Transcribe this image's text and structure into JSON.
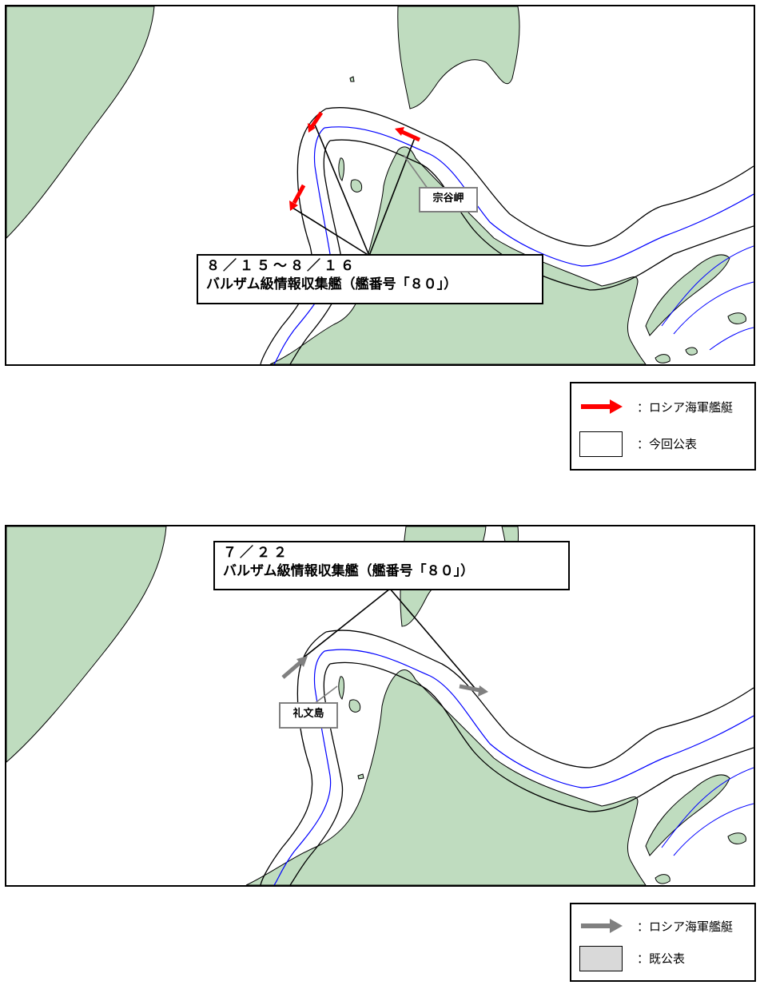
{
  "colors": {
    "land": "#bfdcbf",
    "sea": "#ffffff",
    "coast_outline": "#000000",
    "boundary_line": "#0000ff",
    "arrow_new": "#ff0000",
    "arrow_old": "#808080",
    "already_published_fill": "#d9d9d9",
    "this_time_fill": "#ffffff"
  },
  "maps": [
    {
      "callout": {
        "date": "８／１５～８／１６",
        "vessel": "バルザム級情報収集艦（艦番号「８０」）"
      },
      "place_label": "宗谷岬",
      "arrow_icon": "red-arrow-icon",
      "legend": {
        "arrow_label": "：ロシア海軍艦艇",
        "box_label": "：今回公表"
      }
    },
    {
      "callout": {
        "date": "７／２２",
        "vessel": "バルザム級情報収集艦（艦番号「８０」）"
      },
      "place_label": "礼文島",
      "arrow_icon": "gray-arrow-icon",
      "legend": {
        "arrow_label": "：ロシア海軍艦艇",
        "box_label": "：既公表"
      }
    }
  ]
}
